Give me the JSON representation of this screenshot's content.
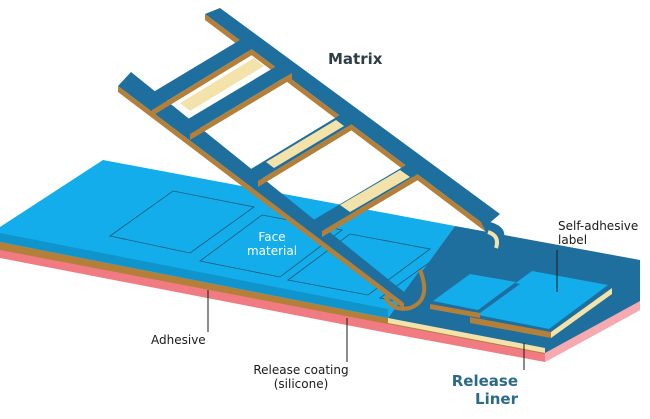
{
  "labels": {
    "matrix": "Matrix",
    "face_material_1": "Face",
    "face_material_2": "material",
    "self_adhesive_1": "Self-adhesive",
    "self_adhesive_2": "label",
    "adhesive": "Adhesive",
    "release_coating_1": "Release coating",
    "release_coating_2": "(silicone)",
    "release_liner_1": "Release",
    "release_liner_2": "Liner"
  },
  "colors": {
    "face": "#12adea",
    "face_top": "#1bb4ee",
    "matrix": "#1e6f9e",
    "matrix_dark": "#175a82",
    "adhesive": "#b47f38",
    "release_coating": "#f3e2a9",
    "liner": "#f07b83",
    "liner_light": "#f6a9ae",
    "matrix_label": "#2f3e46",
    "liner_label": "#2c6a8a"
  }
}
